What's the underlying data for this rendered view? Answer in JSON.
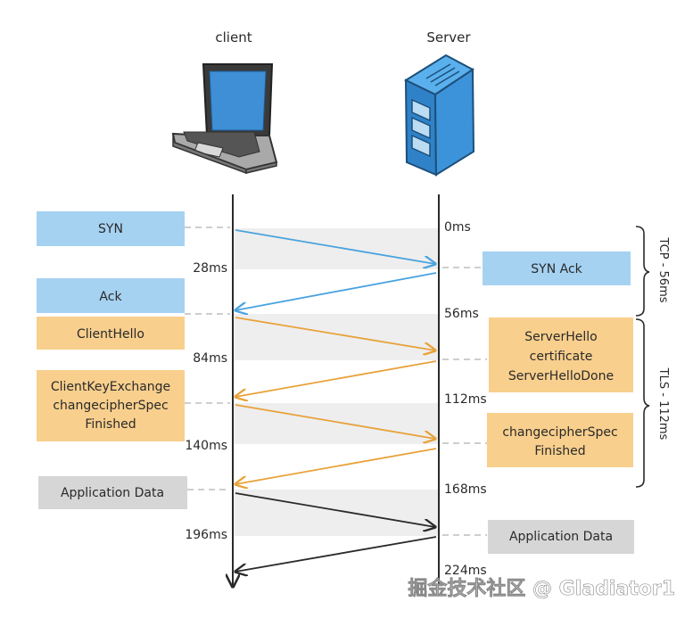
{
  "actors": {
    "client": "client",
    "server": "Server"
  },
  "client_messages": {
    "syn": "SYN",
    "ack": "Ack",
    "client_hello": "ClientHello",
    "key_exchange": [
      "ClientKeyExchange",
      "changecipherSpec",
      "Finished"
    ],
    "app_data": "Application Data"
  },
  "server_messages": {
    "syn_ack": "SYN Ack",
    "server_hello": [
      "ServerHello",
      "certificate",
      "ServerHelloDone"
    ],
    "change_cipher": [
      "changecipherSpec",
      "Finished"
    ],
    "app_data": "Application Data"
  },
  "timestamps": {
    "t0": "0ms",
    "t28": "28ms",
    "t56": "56ms",
    "t84": "84ms",
    "t112": "112ms",
    "t140": "140ms",
    "t168": "168ms",
    "t196": "196ms",
    "t224": "224ms"
  },
  "phases": {
    "tcp": "TCP - 56ms",
    "tls": "TLS - 112ms"
  },
  "watermark": "掘金技术社区 @ Gladiator1",
  "colors": {
    "blue_box": "#a6d2f2",
    "orange_box": "#f8cf8d",
    "gray_box": "#d6d6d6",
    "band": "#eeeeee",
    "blue_arrow": "#4aa3df",
    "orange_arrow": "#e8a23a",
    "dark_arrow": "#2a2a2a"
  }
}
